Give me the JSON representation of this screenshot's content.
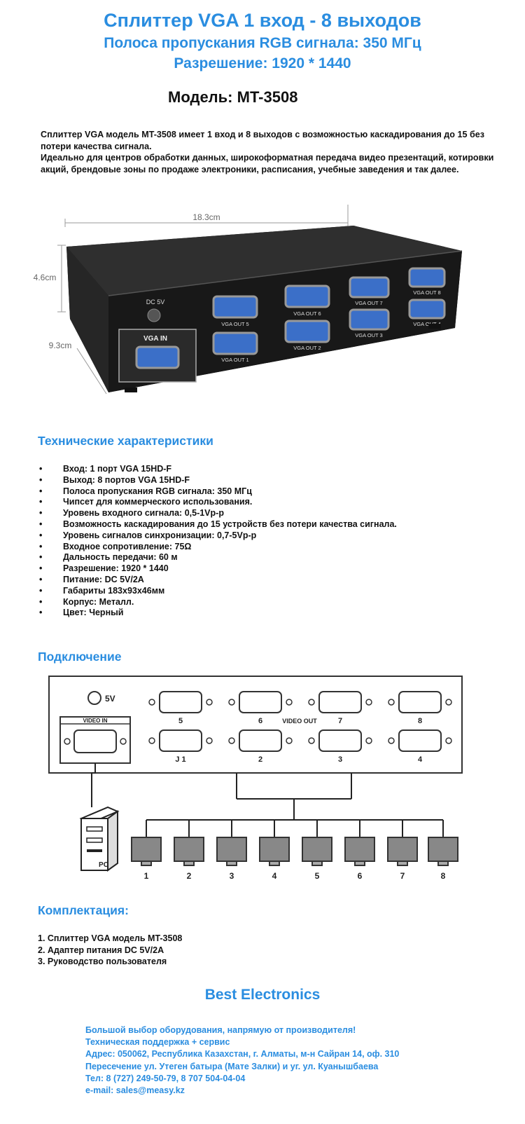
{
  "header": {
    "title": "Сплиттер VGA  1 вход - 8 выходов",
    "bandwidth": "Полоса пропускания RGB сигнала: 350 МГц",
    "resolution": "Разрешение: 1920 * 1440",
    "model": "Модель: MT-3508"
  },
  "intro": {
    "p1": "Сплиттер VGA модель MT-3508 имеет 1 вход и 8 выходов с возможностью каскадирования до 15 без потери качества сигнала.",
    "p2": "Идеально для центров обработки данных, широкоформатная передача видео презентаций, котировки акций, брендовые зоны по продаже электроники, расписания, учебные заведения и так далее."
  },
  "photo": {
    "dim_width": "18.3cm",
    "dim_height": "4.6cm",
    "dim_depth": "9.3cm",
    "dc_label": "DC 5V",
    "vga_in_label": "VGA IN",
    "ports": [
      "VGA OUT 5",
      "VGA OUT 6",
      "VGA OUT 7",
      "VGA OUT 8",
      "VGA OUT 1",
      "VGA OUT 2",
      "VGA OUT 3",
      "VGA OUT 4"
    ]
  },
  "specs": {
    "title": "Технические характеристики",
    "items": [
      "Вход: 1 порт VGA 15HD-F",
      "Выход: 8 портов  VGA 15HD-F",
      "Полоса пропускания RGB сигнала: 350 МГц",
      "Чипсет для коммерческого использования.",
      "Уровень входного сигнала: 0,5-1Vp-p",
      "Возможность каскадирования до 15 устройств без потери качества сигнала.",
      "Уровень сигналов синхронизации: 0,7-5Vp-p",
      "Входное сопротивление: 75Ω",
      "Дальность передачи: 60 м",
      "Разрешение: 1920 * 1440",
      "Питание: DC 5V/2A",
      "Габариты 183х93х46мм",
      "Корпус: Металл.",
      "Цвет: Черный"
    ]
  },
  "connection": {
    "title": "Подключение",
    "power_label": "5V",
    "video_in_label": "VIDEO IN",
    "video_out_label": "VIDEO OUT",
    "top_port_labels": [
      "5",
      "6",
      "7",
      "8"
    ],
    "bottom_port_labels": [
      "J 1",
      "2",
      "3",
      "4"
    ],
    "pc_label": "PC",
    "monitor_labels": [
      "1",
      "2",
      "3",
      "4",
      "5",
      "6",
      "7",
      "8"
    ]
  },
  "kit": {
    "title": "Комплектация:",
    "items": [
      "1. Сплиттер VGA модель  MT-3508",
      "2. Адаптер питания  DC 5V/2A",
      "3. Руководство пользователя"
    ]
  },
  "footer": {
    "brand": "Best Electronics",
    "line1": "Большой выбор оборудования, напрямую от производителя!",
    "line2": "Техническая поддержка + сервис",
    "line3": "Адрес: 050062, Республика Казахстан, г. Алматы, м-н Сайран 14, оф. 310",
    "line4": "Пересечение ул. Утеген батыра (Мате Залки) и уг. ул. Куанышбаева",
    "line5": "Тел: 8 (727) 249-50-79, 8 707 504-04-04",
    "line6": "e-mail: sales@measy.kz"
  },
  "colors": {
    "accent": "#2a8de0",
    "text": "#111111",
    "port_blue": "#3b6fc8"
  }
}
